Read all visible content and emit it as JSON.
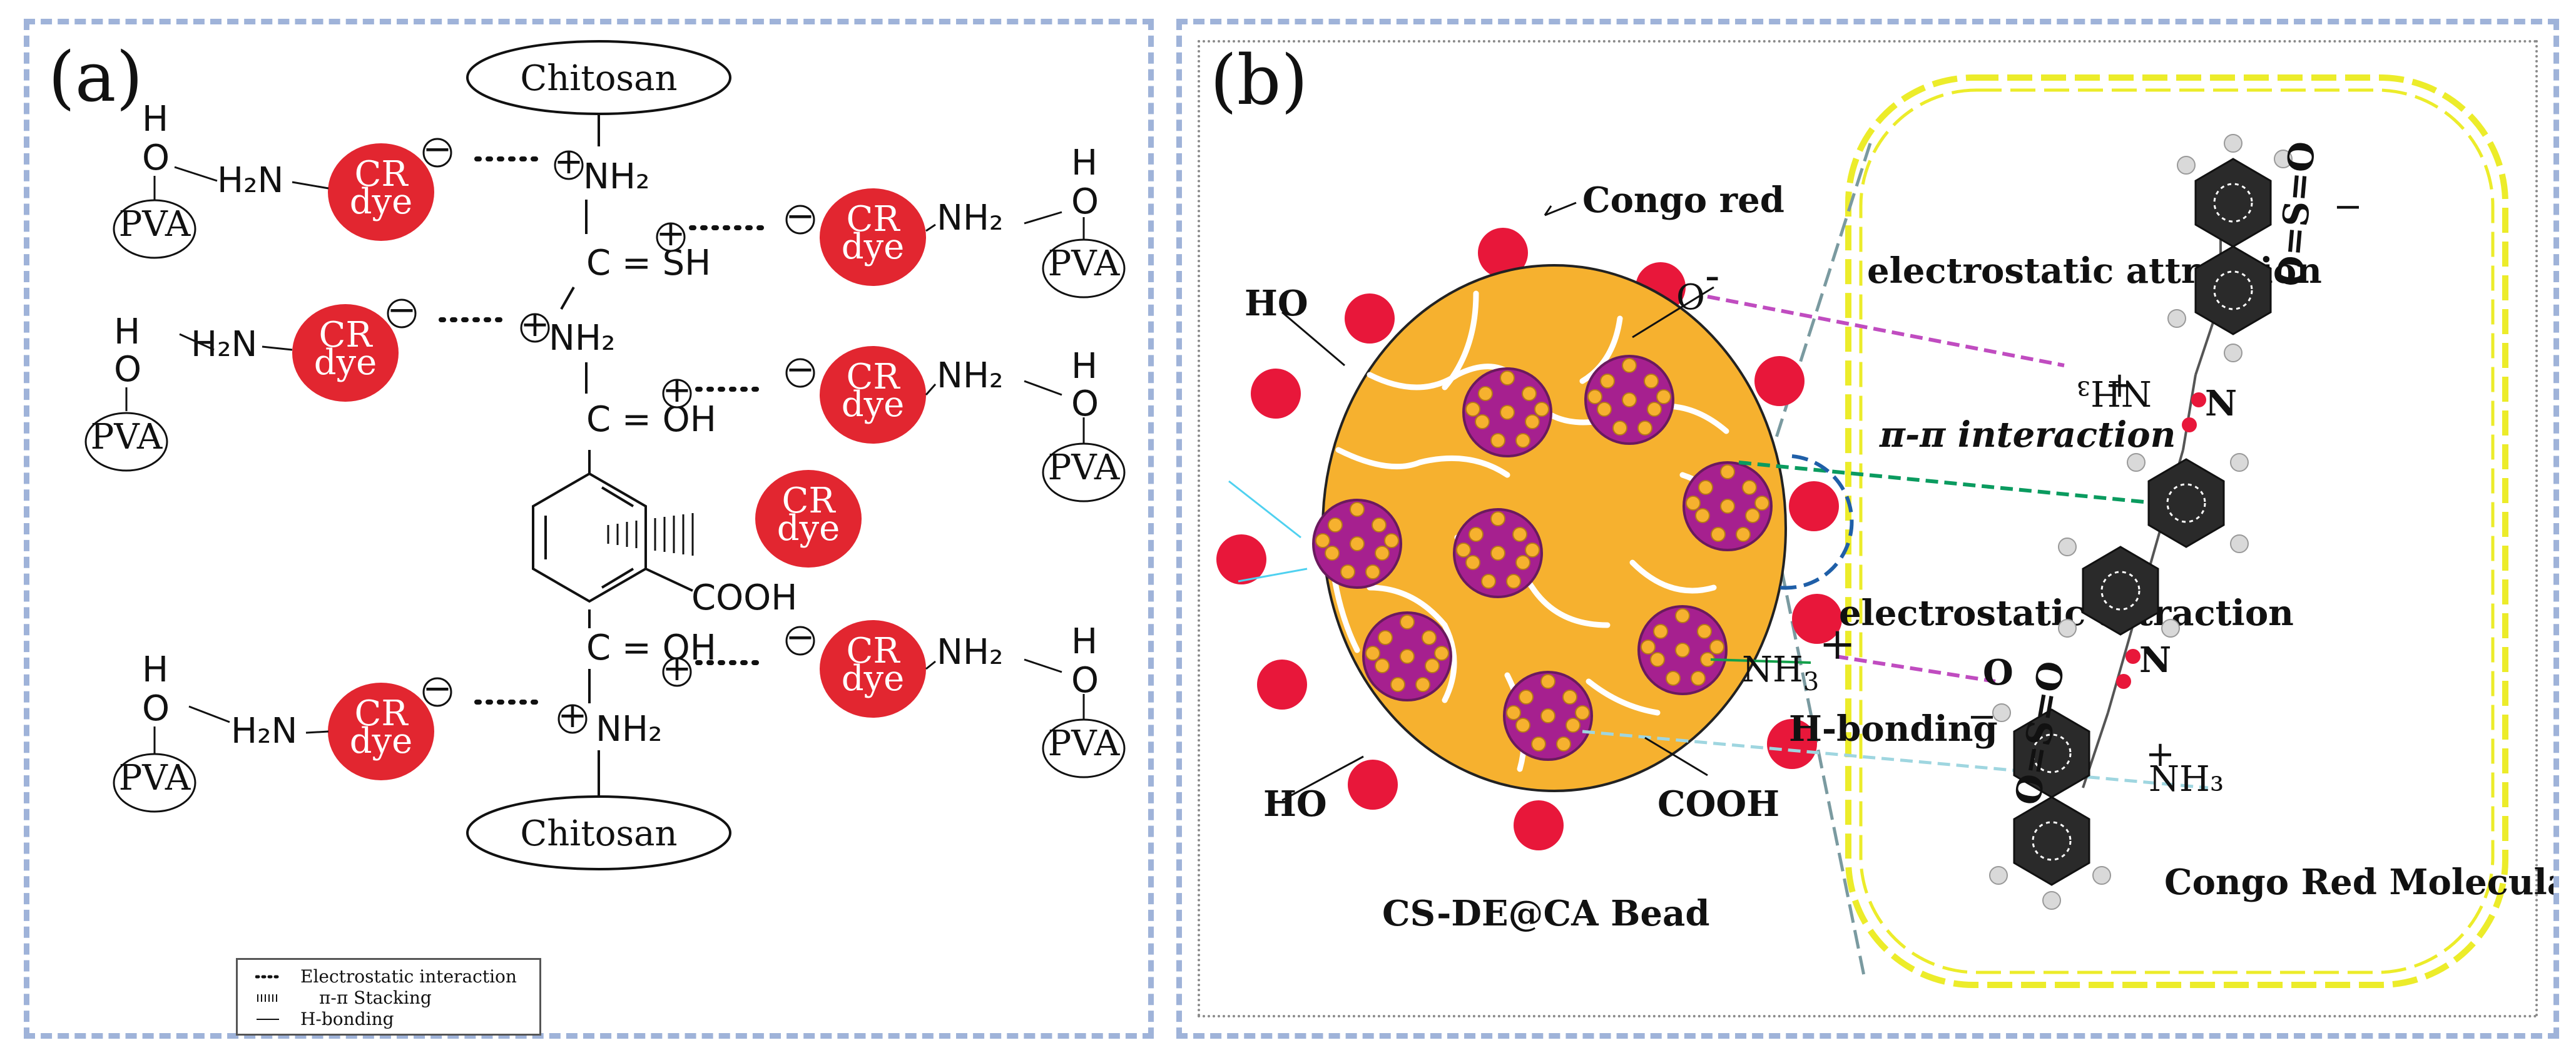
{
  "panel_a": {
    "tag": "(a)",
    "chitosan_top": "Chitosan",
    "chitosan_bottom": "Chitosan",
    "pva": "PVA",
    "cr_line1": "CR",
    "cr_line2": "dye",
    "h": "H",
    "o": "O",
    "h2n": "H₂N",
    "nh2": "NH₂",
    "c_sh": "C = SH",
    "c_oh": "C = OH",
    "cooh": "COOH",
    "plus": "+",
    "minus": "−",
    "legend": {
      "electrostatic": "Electrostatic interaction",
      "stacking": "π-π  Stacking",
      "hbond": "H-bonding"
    }
  },
  "panel_b": {
    "tag": "(b)",
    "congo_red": "Congo red",
    "o_minus": "O",
    "minus_sup": "-",
    "ho_top": "HO",
    "ho_bottom": "HO",
    "cooh": "COOH",
    "nh3": "NH",
    "nh3_sub": "3",
    "plus": "+",
    "electrostatic_1": "electrostatic attraction",
    "pi_pi": "π-π interaction",
    "electrostatic_2": "electrostatic attraction",
    "h_bonding": "H-bonding",
    "bead_label": "CS-DE@CA Bead",
    "molecule_label": "Congo Red Molecular",
    "so3_top": "O=S=O",
    "so3_bottom": "O=S=O",
    "nh3_top": "NH₃",
    "nh3_bottom": "NH₃",
    "o_small": "O",
    "minus_small": "−",
    "plus_small": "+",
    "azo_n": "N",
    "colors": {
      "bead": "#f6b12f",
      "red_dot": "#e8173a",
      "cluster": "#a6208f",
      "yellow_dash": "#ecec2a",
      "electro": "#c04cc0",
      "pipi": "#0a9b5f",
      "hbond": "#9fd6e0",
      "label_purple": "#7e3e9a",
      "label_green": "#13a04a",
      "label_cyan": "#2ab3dd",
      "label_red": "#e01b1b"
    }
  }
}
